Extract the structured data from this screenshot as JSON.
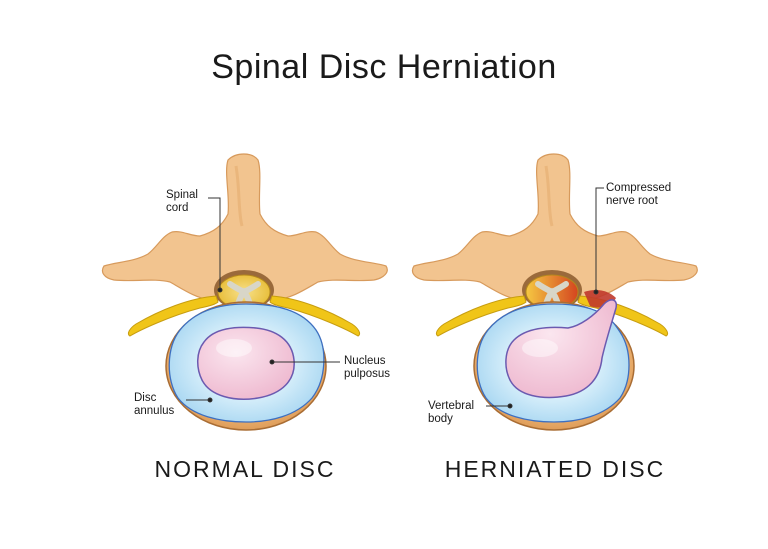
{
  "title": "Spinal Disc Herniation",
  "panels": [
    {
      "caption": "NORMAL DISC",
      "labels": {
        "spinal_cord": "Spinal\ncord",
        "nucleus": "Nucleus\npulposus",
        "annulus": "Disc\nannulus"
      }
    },
    {
      "caption": "HERNIATED DISC",
      "labels": {
        "nerve_root": "Compressed\nnerve root",
        "vertebral_body": "Vertebral\nbody"
      }
    }
  ],
  "colors": {
    "bone": "#f2c48f",
    "bone_edge": "#c98d55",
    "body_ring": "#e7a966",
    "annulus": "#bfe3f5",
    "annulus_inner": "#8fc9ec",
    "nucleus": "#f3cbdb",
    "nucleus_edge": "#6b5ab0",
    "cord": "#f5c842",
    "nerve": "#f0c518",
    "inflamed": "#c0392b"
  }
}
